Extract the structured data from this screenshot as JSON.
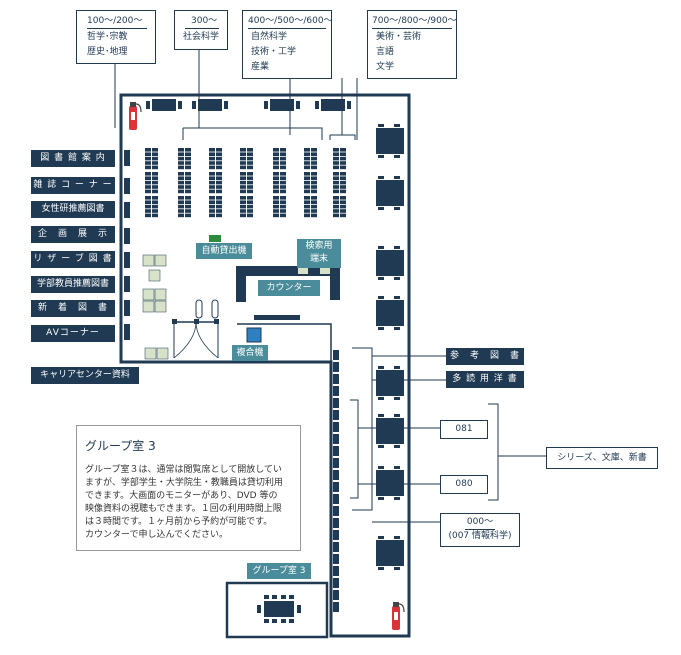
{
  "colors": {
    "navy": "#1f3a52",
    "teal": "#4a8c99",
    "green": "#2e8b3e",
    "light": "#d7e2c8",
    "blue": "#2f80c0",
    "red": "#d8343a"
  },
  "icons": {
    "fire_extinguisher": "fire-extinguisher-icon"
  },
  "categories": {
    "c100": [
      "100～/200～",
      "哲学･宗教",
      "歴史･地理"
    ],
    "c300": [
      "300～",
      "社会科学"
    ],
    "c400": [
      "400～/500～/600～",
      "自然科学",
      "技術・工学",
      "産業"
    ],
    "c700": [
      "700～/800～/900～",
      "美術・芸術",
      "言語",
      "文学"
    ]
  },
  "left_labels": [
    "図 書 館 案 内",
    "雑 誌 コ ー ナ ー",
    "女性研推薦図書",
    "企　画　展　示",
    "リ ザ ー ブ 図 書",
    "学部教員推薦図書",
    "新　着　図　書",
    "AVコーナー"
  ],
  "career": "キャリアセンター資料",
  "inner": {
    "auto_checkout": "自動貸出機",
    "search_terminal_1": "検索用",
    "search_terminal_2": "端末",
    "counter": "カウンター",
    "copier": "複合機"
  },
  "right": {
    "reference": "参　考　図　書",
    "multi": "多 読 用 洋 書",
    "shelf_081": "081",
    "shelf_080": "080",
    "series": "シリーズ、文庫、新書",
    "c000_1": "000～",
    "c000_2": "(007 情報科学)"
  },
  "group3": {
    "title": "グループ室 3",
    "lines": [
      "グループ室３は、通常は閲覧席として開放してい",
      "ますが、学部学生・大学院生・教職員は貸切利用",
      "できます。大画面のモニターがあり、DVD 等の",
      "映像資料の視聴もできます。１回の利用時間上限",
      "は３時間です。１ヶ月前から予約が可能です。",
      "カウンターで申し込んでください。"
    ],
    "room_label": "グループ室 3"
  }
}
